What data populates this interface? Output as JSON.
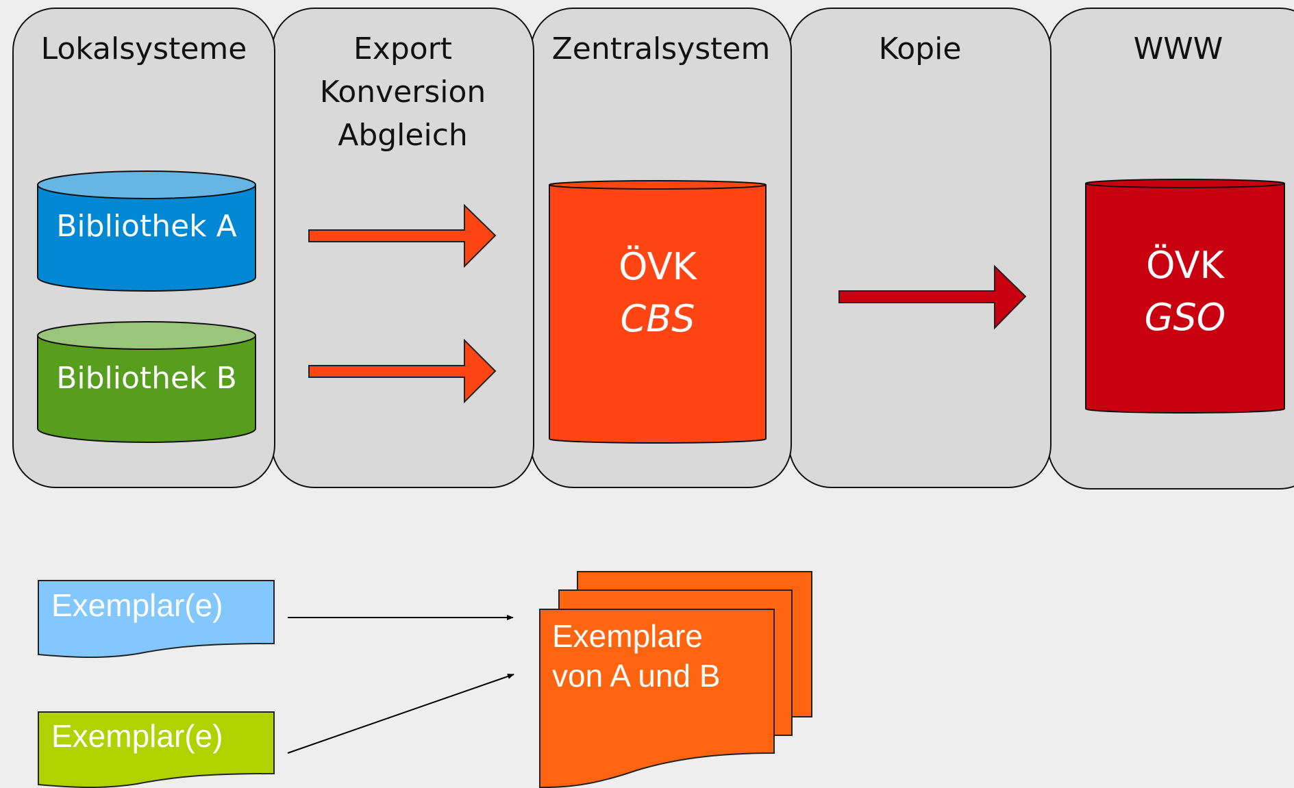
{
  "columns": [
    {
      "id": "lokal",
      "title_lines": [
        "Lokalsysteme"
      ]
    },
    {
      "id": "export",
      "title_lines": [
        "Export",
        "Konversion",
        "Abgleich"
      ]
    },
    {
      "id": "zentral",
      "title_lines": [
        "Zentralsystem"
      ]
    },
    {
      "id": "kopie",
      "title_lines": [
        "Kopie"
      ]
    },
    {
      "id": "www",
      "title_lines": [
        "WWW"
      ]
    }
  ],
  "databases": {
    "bib_a": {
      "label": "Bibliothek A",
      "color": "#0088d4",
      "top_color": "#66b6e3"
    },
    "bib_b": {
      "label": "Bibliothek B",
      "color": "#589e1e",
      "top_color": "#9bc57a"
    },
    "cbs": {
      "line1": "ÖVK",
      "line2": "CBS",
      "color": "#ff4513"
    },
    "gso": {
      "line1": "ÖVK",
      "line2": "GSO",
      "color": "#c8000f"
    }
  },
  "documents": {
    "exemplar_a": {
      "label": "Exemplar(e)",
      "color": "#82c8ff"
    },
    "exemplar_b": {
      "label": "Exemplar(e)",
      "color": "#afd200"
    },
    "exemplare_combined": {
      "line1": "Exemplare",
      "line2": "von A und B",
      "color": "#ff6510"
    }
  },
  "colors": {
    "panel_fill": "#d9d9d9",
    "background": "#eeeeee",
    "arrow_export": "#ff4513",
    "arrow_copy": "#c8000f"
  }
}
